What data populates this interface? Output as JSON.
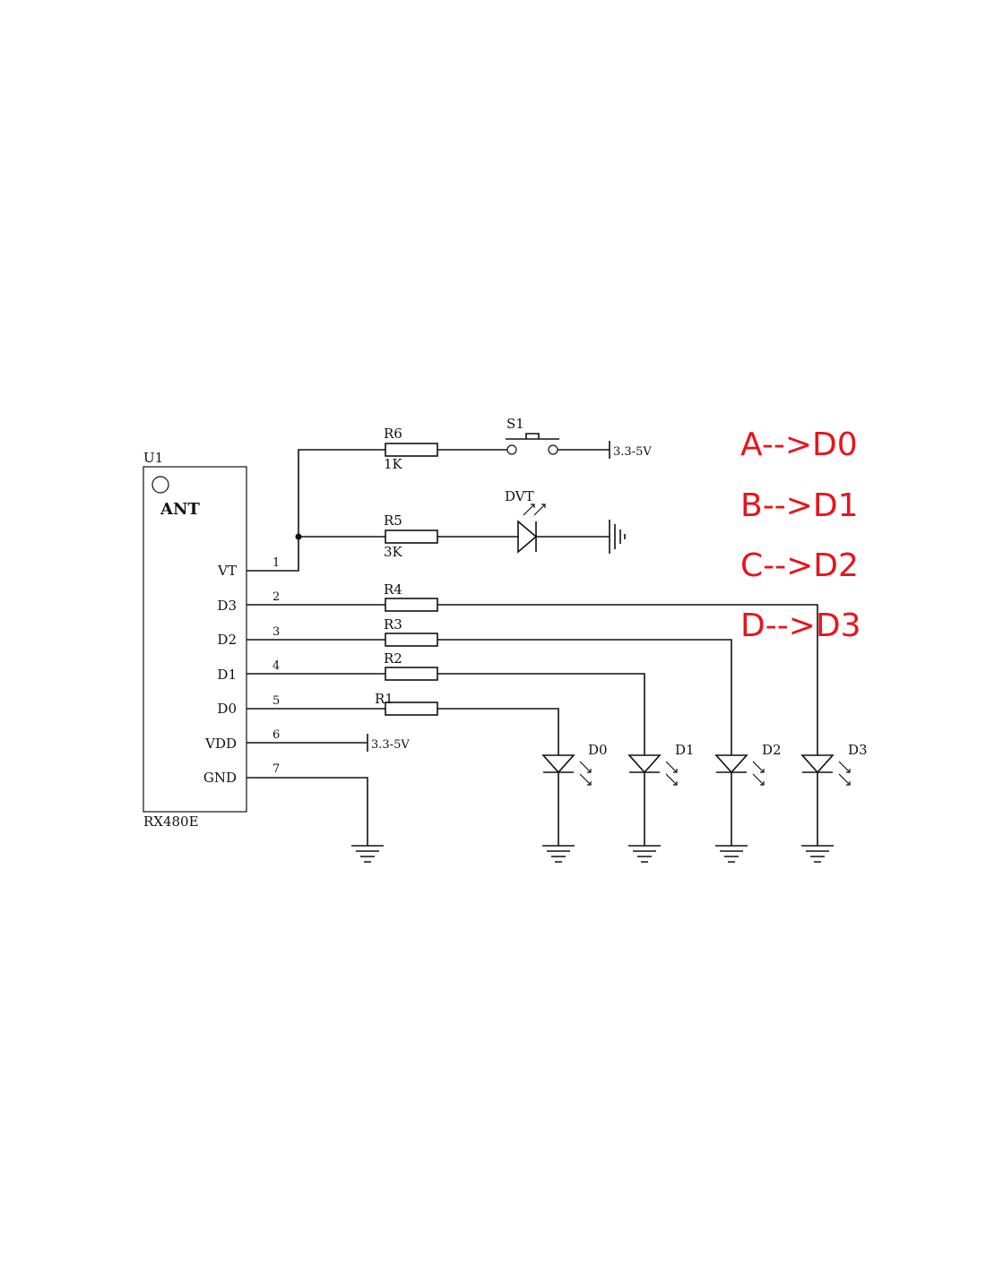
{
  "chip": {
    "ref": "U1",
    "part": "RX480E",
    "antenna": "ANT",
    "pins": [
      {
        "num": "1",
        "name": "VT"
      },
      {
        "num": "2",
        "name": "D3"
      },
      {
        "num": "3",
        "name": "D2"
      },
      {
        "num": "4",
        "name": "D1"
      },
      {
        "num": "5",
        "name": "D0"
      },
      {
        "num": "6",
        "name": "VDD"
      },
      {
        "num": "7",
        "name": "GND"
      }
    ]
  },
  "resistors": [
    {
      "ref": "R6",
      "value": "1K"
    },
    {
      "ref": "R5",
      "value": "3K"
    },
    {
      "ref": "R4",
      "value": ""
    },
    {
      "ref": "R3",
      "value": ""
    },
    {
      "ref": "R2",
      "value": ""
    },
    {
      "ref": "R1",
      "value": ""
    }
  ],
  "switch": {
    "ref": "S1"
  },
  "supply": {
    "label": "3.3-5V"
  },
  "indicator_led": {
    "ref": "DVT"
  },
  "leds": [
    "D0",
    "D1",
    "D2",
    "D3"
  ],
  "mapping": [
    {
      "text": "A-->D0"
    },
    {
      "text": "B-->D1"
    },
    {
      "text": "C-->D2"
    },
    {
      "text": "D-->D3"
    }
  ],
  "colors": {
    "mapping_text": "#e8141c",
    "wire": "#111111"
  }
}
